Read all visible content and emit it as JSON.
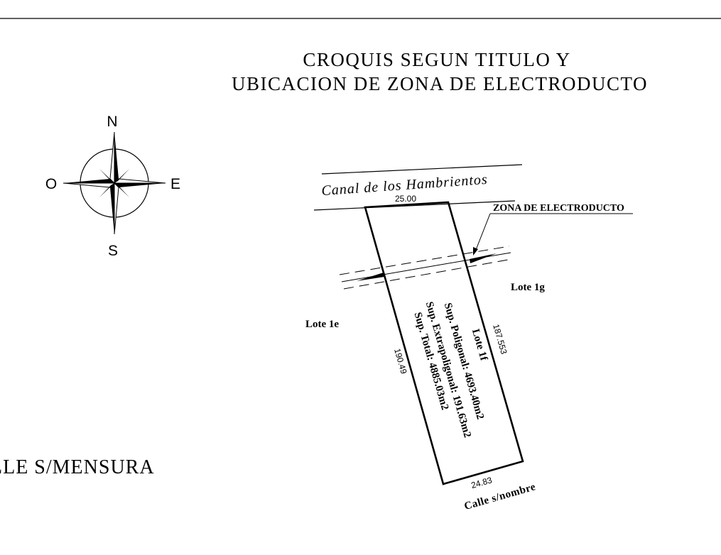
{
  "title": {
    "line1": "CROQUIS SEGUN TITULO Y",
    "line2": "UBICACION DE ZONA DE ELECTRODUCTO"
  },
  "compass": {
    "north": "N",
    "south": "S",
    "east": "E",
    "west": "O"
  },
  "canal_label": "Canal de los Hambrientos",
  "street_label": "Calle s/nombre",
  "left_label": "LLE S/MENSURA",
  "zona_label": "ZONA DE ELECTRODUCTO",
  "lots": {
    "left": "Lote 1e",
    "right": "Lote 1g",
    "main": "Lote 1f"
  },
  "areas": {
    "poligonal": "Sup. Poligonal: 4693.40m2",
    "extrapoligonal": "Sup. Extrapoligonal: 191.63m2",
    "total": "Sup. Total: 4885.03m2"
  },
  "dimensions": {
    "top": "25.00",
    "bottom": "24.83",
    "left": "190.49",
    "right": "187.553"
  }
}
